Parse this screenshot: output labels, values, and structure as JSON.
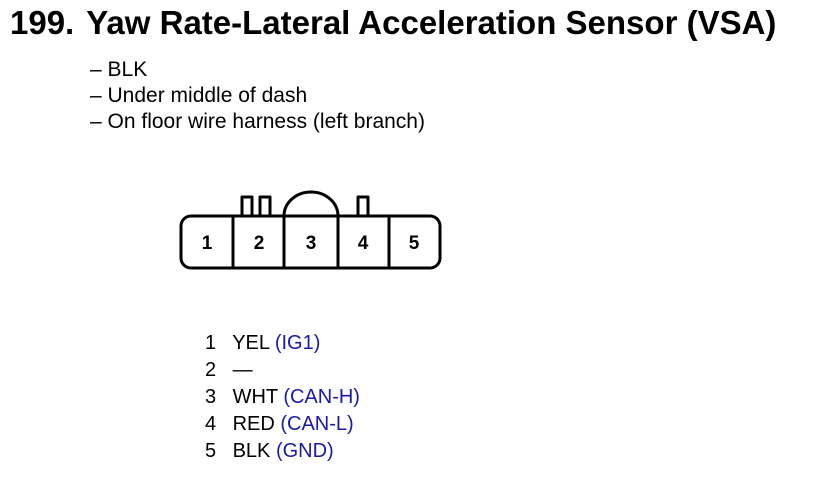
{
  "header": {
    "number": "199.",
    "title": "Yaw Rate-Lateral Acceleration Sensor (VSA)"
  },
  "notes": [
    "– BLK",
    "– Under middle of dash",
    "– On floor wire harness (left branch)"
  ],
  "connector": {
    "terminals": [
      "1",
      "2",
      "3",
      "4",
      "5"
    ]
  },
  "pins": [
    {
      "num": "1",
      "wire": "YEL",
      "func": "(IG1)"
    },
    {
      "num": "2",
      "wire": "—",
      "func": ""
    },
    {
      "num": "3",
      "wire": "WHT",
      "func": "(CAN-H)"
    },
    {
      "num": "4",
      "wire": "RED",
      "func": "(CAN-L)"
    },
    {
      "num": "5",
      "wire": "BLK",
      "func": "(GND)"
    }
  ],
  "colors": {
    "function_text": "#1a1aa6"
  }
}
